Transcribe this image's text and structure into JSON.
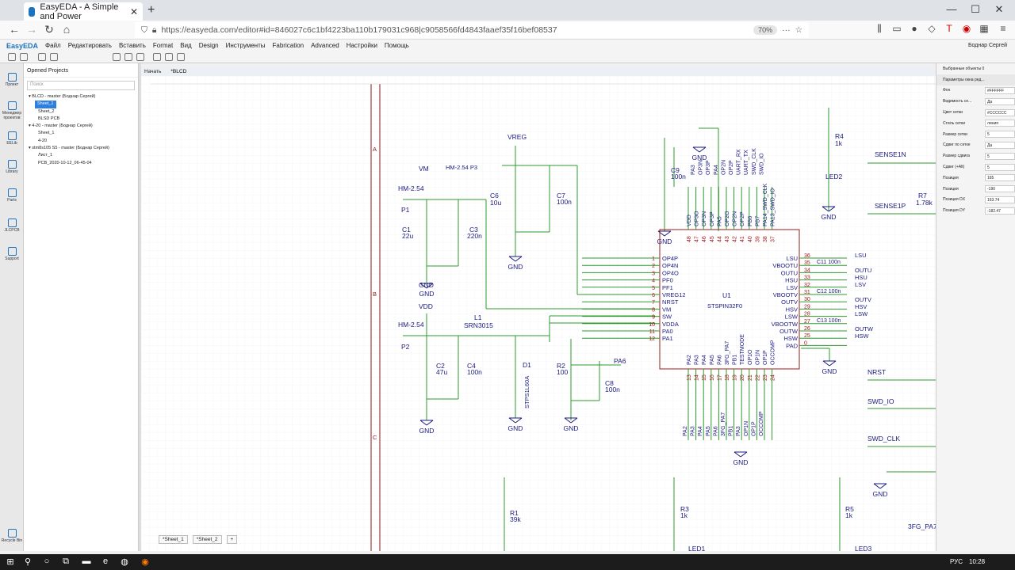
{
  "browser": {
    "tab_title": "EasyEDA - A Simple and Power",
    "url": "https://easyeda.com/editor#id=846027c6c1bf4223ba110b179031c968|c9058566fd4843faaef35f16bef08537",
    "zoom": "70%"
  },
  "menu": {
    "logo": "EasyEDA",
    "items": [
      "Файл",
      "Редактировать",
      "Вставить",
      "Format",
      "Вид",
      "Design",
      "Инструменты",
      "Fabrication",
      "Advanced",
      "Настройки",
      "Помощь"
    ],
    "user": "Боднар Сергей"
  },
  "leftstrip": [
    "Проект",
    "Менеджер проектов",
    "EELib",
    "Library",
    "Parts",
    "JLCPCB",
    "Support",
    "Recycle Bin"
  ],
  "projects": {
    "header": "Opened Projects",
    "search_placeholder": "Поиск",
    "tree": [
      "BLCD - master (Боднар Сергей)",
      "Sheet_1",
      "Sheet_2",
      "BLSD PCB",
      "4-20 - master (Боднар Сергей)",
      "Sheet_1",
      "4-20",
      "stm8s105 S5 - master (Боднар Сергей)",
      "Лист_1",
      "PCB_2020-10-12_06-45-04"
    ]
  },
  "doctabs": [
    "Начать",
    "*BLCD"
  ],
  "sheettabs": [
    "*Sheet_1",
    "*Sheet_2",
    "+"
  ],
  "rightpanel": {
    "selected": "Выбранные объекты",
    "selected_count": "0",
    "title": "Параметры окна ред...",
    "rows": [
      {
        "label": "Фон",
        "value": "#FFFFFF"
      },
      {
        "label": "Видимость се...",
        "value": "Да"
      },
      {
        "label": "Цвет сетки",
        "value": "#CCCCCC"
      },
      {
        "label": "Стиль сетки",
        "value": "линия"
      },
      {
        "label": "Размер сетки",
        "value": "5"
      },
      {
        "label": "Сдвиг по сетке",
        "value": "Да"
      },
      {
        "label": "Размер сдвига",
        "value": "5"
      },
      {
        "label": "Сдвиг (+Alt)",
        "value": "5"
      },
      {
        "label": "Позиция",
        "value": "165"
      },
      {
        "label": "Позиция",
        "value": "-190"
      },
      {
        "label": "Позиция DX",
        "value": "163.74"
      },
      {
        "label": "Позиция DY",
        "value": "-182.47"
      }
    ]
  },
  "schematic": {
    "frame_rows": [
      "A",
      "B",
      "C"
    ],
    "labels": [
      "VM",
      "HM-2.54",
      "P1",
      "C1",
      "22u",
      "C3",
      "220n",
      "GND",
      "VREG",
      "HM-2.54 P3",
      "C6",
      "10u",
      "C7",
      "100n",
      "VDD",
      "C9",
      "100n",
      "HM-2.54",
      "P2",
      "L1",
      "SRN3015",
      "C2",
      "47u",
      "C4",
      "100n",
      "D1",
      "STPS1L60A",
      "R2",
      "100",
      "C8",
      "100n",
      "PA6",
      "U1",
      "STSPIN32F0",
      "R4",
      "1k",
      "LED2",
      "SENSE1N",
      "SENSE1P",
      "R7",
      "1.78k",
      "NRST",
      "SWD_IO",
      "SWD_CLK",
      "3FG_PA7",
      "R1",
      "39k",
      "R3",
      "1k",
      "R5",
      "1k",
      "LED1",
      "LED3"
    ],
    "left_pins": [
      "OP4P",
      "OP4N",
      "OP4O",
      "PF0",
      "PF1",
      "VREG12",
      "NRST",
      "VM",
      "SW",
      "VDDA",
      "PA0",
      "PA1"
    ],
    "left_pin_nums": [
      "1",
      "2",
      "3",
      "4",
      "5",
      "6",
      "7",
      "8",
      "9",
      "10",
      "11",
      "12"
    ],
    "right_pins": [
      "LSU",
      "VBOOTU",
      "OUTU",
      "HSU",
      "LSV",
      "VBOOTV",
      "OUTV",
      "HSV",
      "LSW",
      "VBOOTW",
      "OUTW",
      "HSW",
      "PAD"
    ],
    "right_pin_nums": [
      "36",
      "35",
      "34",
      "33",
      "32",
      "31",
      "30",
      "29",
      "28",
      "27",
      "26",
      "25",
      "0"
    ],
    "right_nets": [
      "LSU",
      "OUTU",
      "HSU",
      "LSV",
      "OUTV",
      "HSV",
      "LSW",
      "OUTW",
      "HSW"
    ],
    "right_caps": [
      "C11 100n",
      "C12 100n",
      "C13 100n"
    ],
    "top_pins": [
      "VDD",
      "OP3O",
      "OP3N",
      "OP3P",
      "PA5",
      "OP2O",
      "OP2N",
      "OP2P",
      "PB6",
      "PB7",
      "PA14_SWD_CLK",
      "PA13_SWD_IO"
    ],
    "top_pin_nums": [
      "48",
      "47",
      "46",
      "45",
      "44",
      "43",
      "42",
      "41",
      "40",
      "39",
      "38",
      "37"
    ],
    "top_nets": [
      "PA3",
      "OP3N",
      "OP3P",
      "PA4",
      "OP2N",
      "OP2P",
      "UART_RX",
      "UART_TX",
      "SWD_CLK",
      "SWD_IO"
    ],
    "bottom_pins": [
      "PA2",
      "PA3",
      "PA4",
      "PA5",
      "PA6",
      "3FG_PA7",
      "PB1",
      "TESTMODE",
      "OP1O",
      "OP1N",
      "OP1P",
      "OCCOMP"
    ],
    "bottom_pin_nums": [
      "13",
      "14",
      "15",
      "16",
      "17",
      "18",
      "19",
      "20",
      "21",
      "22",
      "23",
      "24"
    ],
    "bottom_nets": [
      "PA2",
      "PA3",
      "PA4",
      "PA5",
      "PA6",
      "3FG_PA7",
      "PB1",
      "PA3",
      "OP1N",
      "OP1P",
      "OCCOMP"
    ]
  },
  "taskbar": {
    "lang": "РУС",
    "time": "10:28"
  }
}
